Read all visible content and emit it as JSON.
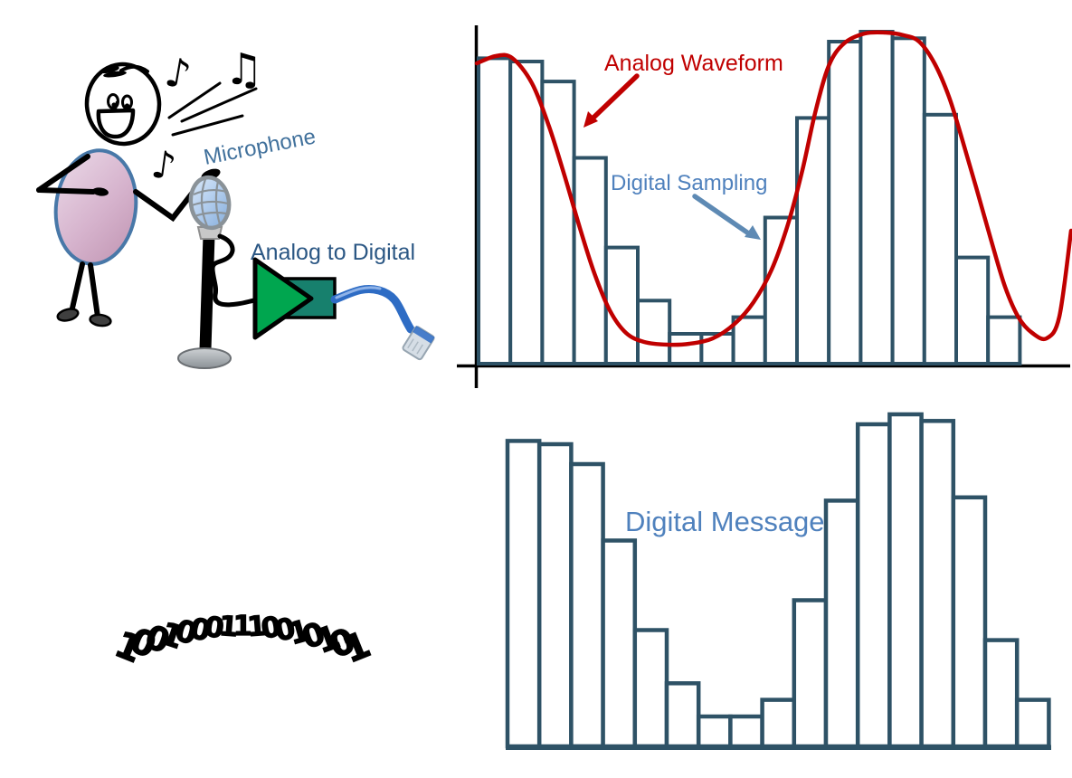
{
  "labels": {
    "microphone": "Microphone",
    "analog_to_digital": "Analog to Digital"
  },
  "illustration": {
    "notes": [
      "♪",
      "♫",
      "♪"
    ]
  },
  "binary_message": {
    "text": "10010001110010101"
  },
  "colors": {
    "bar_outline": "#2E5266",
    "bar_fill": "#FFFFFF",
    "waveform_red": "#C00000",
    "sampling_blue": "#4F81BD",
    "message_blue": "#4F81BD",
    "arrow_blue": "#5E8AB4",
    "axis_black": "#000000",
    "adc_green": "#00A64F",
    "adc_teal": "#17806D",
    "cable_blue": "#2E6CC4",
    "label_dark_blue": "#2B5784",
    "microphone_label_blue": "#41719C",
    "binary_black": "#000000"
  },
  "chart_data": [
    {
      "id": "digital-sampling",
      "type": "bar",
      "overlay": "line",
      "curve_label": "Analog Waveform",
      "samples_label": "Digital Sampling",
      "x": [
        1,
        2,
        3,
        4,
        5,
        6,
        7,
        8,
        9,
        10,
        11,
        12,
        13,
        14,
        15,
        16,
        17
      ],
      "values": [
        92,
        91,
        85,
        62,
        35,
        19,
        9,
        9,
        14,
        44,
        74,
        97,
        100,
        98,
        75,
        32,
        14
      ],
      "ylim": [
        0,
        100
      ],
      "axes": {
        "x_visible": true,
        "y_visible": true,
        "ticks": false
      },
      "legend": "none"
    },
    {
      "id": "digital-message",
      "type": "bar",
      "title": "Digital Message",
      "x": [
        1,
        2,
        3,
        4,
        5,
        6,
        7,
        8,
        9,
        10,
        11,
        12,
        13,
        14,
        15,
        16,
        17
      ],
      "values": [
        92,
        91,
        85,
        62,
        35,
        19,
        9,
        9,
        14,
        44,
        74,
        97,
        100,
        98,
        75,
        32,
        14
      ],
      "ylim": [
        0,
        100
      ],
      "axes": {
        "x_visible": false,
        "y_visible": false,
        "ticks": false
      },
      "legend": "none"
    }
  ]
}
